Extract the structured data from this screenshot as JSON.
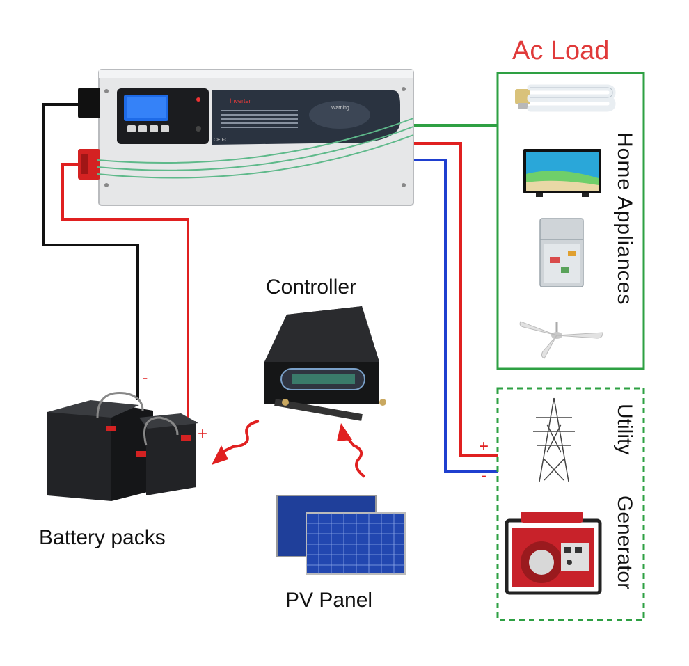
{
  "labels": {
    "ac_load": "Ac Load",
    "home_appliances": "Home Appliances",
    "controller": "Controller",
    "battery_packs": "Battery packs",
    "pv_panel": "PV Panel",
    "utility": "Utility",
    "generator": "Generator",
    "battery_minus": "-",
    "battery_plus": "+",
    "utility_plus": "+",
    "utility_minus": "-"
  },
  "inverter": {
    "panel_heading": "Inverter",
    "warning_title": "Warning",
    "cert_marks": "CE FC"
  },
  "colors": {
    "ac_load_title": "#e03a3a",
    "ac_load_border": "#2ea043",
    "wire_red": "#e02020",
    "wire_black": "#111111",
    "wire_blue": "#1f3fcf",
    "wire_green": "#2ea043",
    "arrow_red": "#e02020"
  },
  "icons": [
    "bulb-icon",
    "tv-icon",
    "fridge-icon",
    "ceiling-fan-icon",
    "power-tower-icon",
    "generator-icon",
    "battery-icon",
    "solar-panel-icon",
    "charge-controller-icon",
    "inverter-icon"
  ]
}
